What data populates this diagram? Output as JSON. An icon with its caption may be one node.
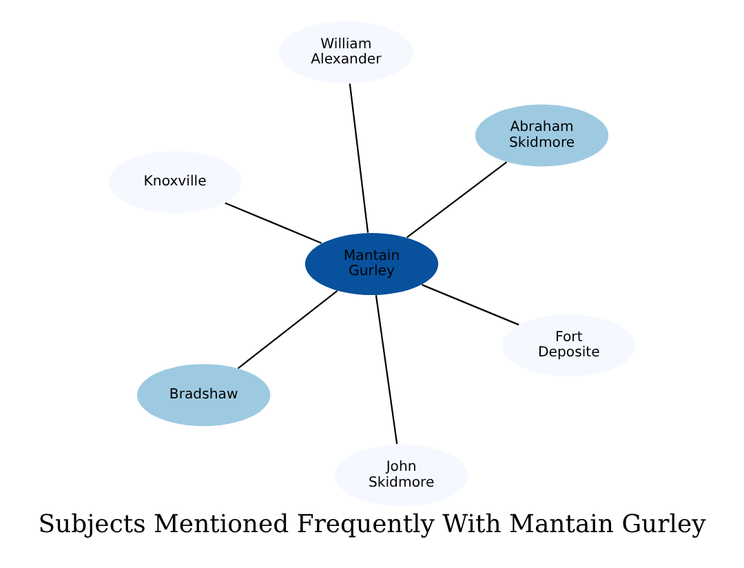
{
  "diagram": {
    "title": "Subjects Mentioned Frequently With Mantain Gurley",
    "nodes": [
      {
        "text": [
          "Knoxville"
        ]
      },
      {
        "text": [
          "Fort Deposite"
        ]
      },
      {
        "text": [
          "John Skidmore"
        ]
      },
      {
        "text": [
          "Mantain Gurley"
        ]
      },
      {
        "text": [
          "Abraham Skidmore"
        ]
      },
      {
        "text": [
          "William Alexander"
        ]
      },
      {
        "text": [
          "Bradshaw"
        ]
      }
    ],
    "edges": [
      {
        "from": 3,
        "to": 0,
        "arrow": "none"
      },
      {
        "from": 3,
        "to": 1,
        "arrow": "none"
      },
      {
        "from": 3,
        "to": 2,
        "arrow": "none"
      },
      {
        "from": 3,
        "to": 4,
        "arrow": "none"
      },
      {
        "from": 3,
        "to": 5,
        "arrow": "none"
      },
      {
        "from": 3,
        "to": 6,
        "arrow": "none"
      }
    ]
  }
}
